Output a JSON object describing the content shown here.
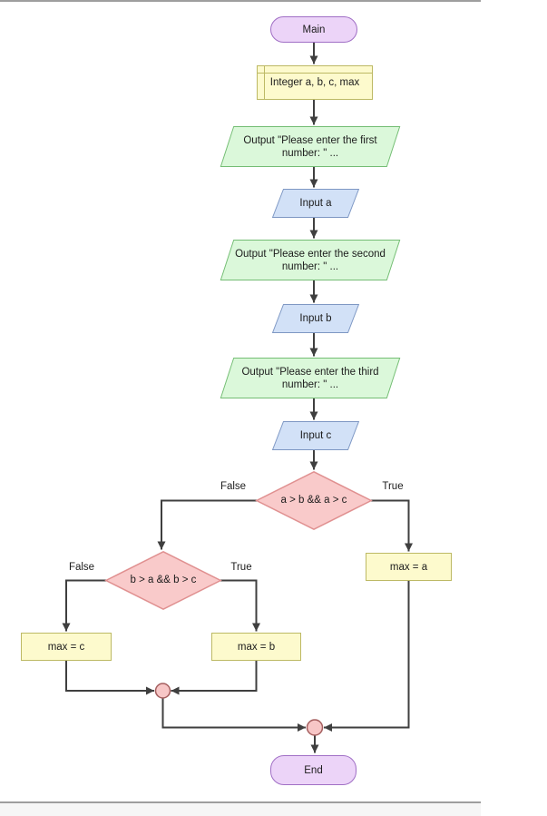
{
  "nodes": {
    "main": "Main",
    "declare": "Integer a, b, c, max",
    "output_first": "Output \"Please enter the first number: \" ...",
    "input_a": "Input a",
    "output_second": "Output \"Please enter the second number: \" ...",
    "input_b": "Input b",
    "output_third": "Output \"Please enter the third number: \" ...",
    "input_c": "Input c",
    "decision_a": "a > b && a > c",
    "decision_b": "b > a && b > c",
    "assign_max_a": "max = a",
    "assign_max_b": "max = b",
    "assign_max_c": "max = c",
    "end": "End"
  },
  "branch_labels": {
    "decision_a_false": "False",
    "decision_a_true": "True",
    "decision_b_false": "False",
    "decision_b_true": "True"
  },
  "colors": {
    "terminal_fill": "#ecd4f8",
    "terminal_border": "#a06fc5",
    "declare_fill": "#fdfacd",
    "declare_border": "#bdb964",
    "output_fill": "#dbf8da",
    "output_border": "#74bd74",
    "input_fill": "#d2e1f7",
    "input_border": "#7e97c3",
    "decision_fill": "#f9caca",
    "decision_border": "#e09090",
    "connector_fill": "#f7c6c6",
    "connector_border": "#a55f5f",
    "line": "#3f3f3f",
    "panel_border": "#9e9e9e"
  }
}
